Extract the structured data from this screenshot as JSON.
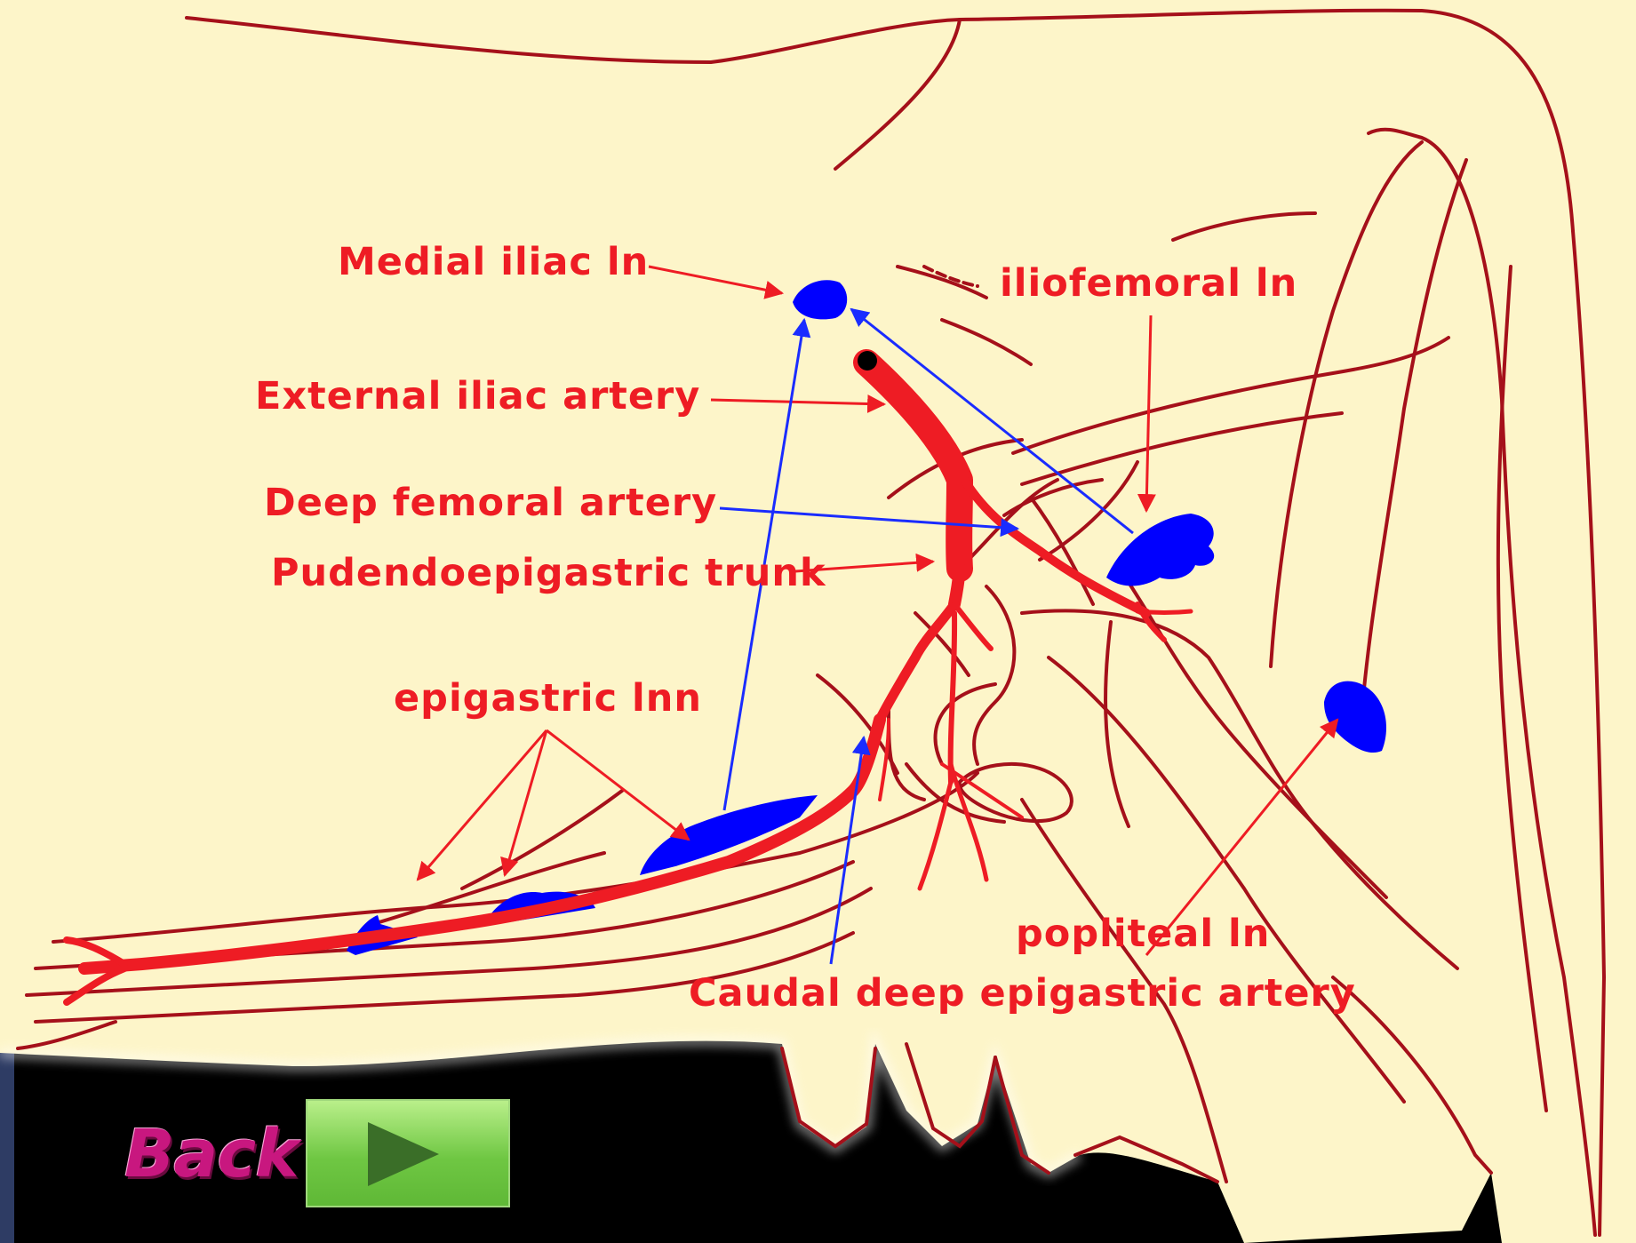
{
  "labels": {
    "medial_iliac": "Medial iliac ln",
    "iliofemoral": "iliofemoral ln",
    "external_iliac_artery": "External iliac artery",
    "deep_femoral_artery": "Deep femoral artery",
    "pudendoepigastric_trunk": "Pudendoepigastric trunk",
    "epigastric_lnn": "epigastric lnn",
    "popliteal": "popliteal ln",
    "caudal_deep_epigastric_artery": "Caudal deep epigastric artery"
  },
  "navigation": {
    "back_label": "Back",
    "play_icon": "play-icon"
  },
  "colors": {
    "background": "#fdf5c9",
    "outline": "#a5101a",
    "artery": "#ee1c24",
    "lymph_node": "#0000ff",
    "label_text": "#ee1c24",
    "pointer_red": "#ee1c24",
    "pointer_blue": "#1a2cff",
    "frame": "#000000",
    "play_button": "#6fc743",
    "back_text": "#c8177f"
  }
}
